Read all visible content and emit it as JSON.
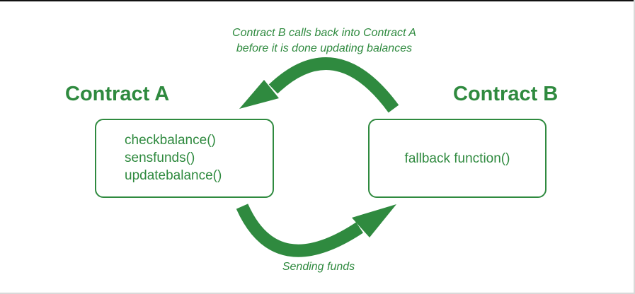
{
  "diagram": {
    "top_caption": {
      "line1": "Contract B calls back into Contract A",
      "line2": "before it is done updating balances"
    },
    "bottom_caption": "Sending funds",
    "contract_a": {
      "title": "Contract A",
      "functions": [
        "checkbalance()",
        "sensfunds()",
        "updatebalance()"
      ]
    },
    "contract_b": {
      "title": "Contract B",
      "functions": [
        "fallback function()"
      ]
    },
    "colors": {
      "accent": "#2f8a3f",
      "background": "#ffffff"
    }
  }
}
